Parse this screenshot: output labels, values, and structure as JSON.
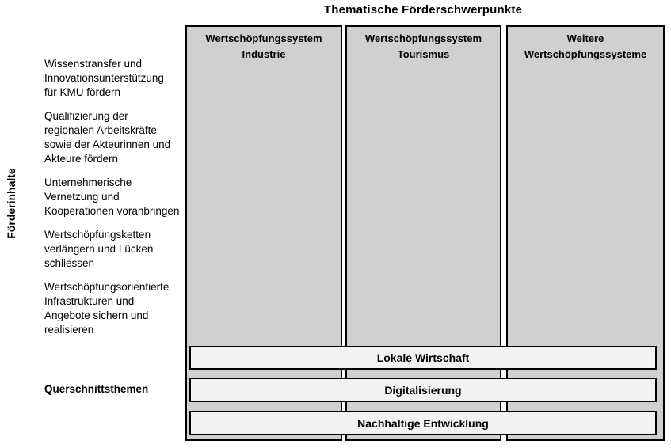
{
  "title": "Thematische Förderschwerpunkte",
  "left_axis_label": "Förderinhalte",
  "cross_cutting_label": "Querschnittsthemen",
  "funding_contents": [
    {
      "label": "Wissenstransfer und\nInnovationsunterstützung\nfür KMU fördern"
    },
    {
      "label": "Qualifizierung der\nregionalen Arbeitskräfte\nsowie der Akteurinnen und\nAkteure fördern"
    },
    {
      "label": "Unternehmerische\nVernetzung und\nKooperationen voranbringen"
    },
    {
      "label": "Wertschöpfungsketten\nverlängern und Lücken\nschliessen"
    },
    {
      "label": "Wertschöpfungsorientierte\nInfrastrukturen und\nAngebote sichern und\nrealisieren"
    }
  ],
  "columns": [
    {
      "label": "Wertschöpfungssystem\nIndustrie"
    },
    {
      "label": "Wertschöpfungssystem\nTourismus"
    },
    {
      "label": "Weitere\nWertschöpfungssysteme"
    }
  ],
  "cross_cutting_themes": [
    {
      "label": "Lokale Wirtschaft"
    },
    {
      "label": "Digitalisierung"
    },
    {
      "label": "Nachhaltige Entwicklung"
    }
  ],
  "colors": {
    "column_fill": "#d0d0d0",
    "theme_bar_fill": "#f2f2f2",
    "border": "#000000",
    "background": "#ffffff",
    "text": "#000000"
  }
}
